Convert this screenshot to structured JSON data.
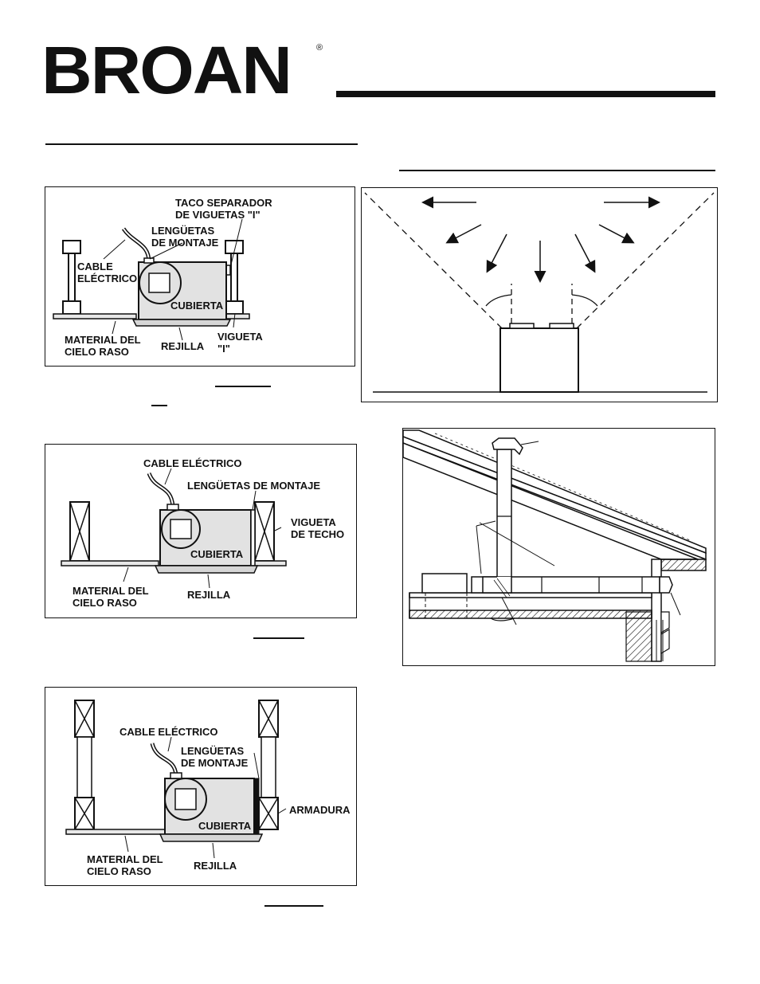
{
  "brand": {
    "name": "BROAN",
    "registered": "®"
  },
  "figure1": {
    "labels": {
      "spacer": "TACO SEPARADOR\nDE VIGUETAS \"I\"",
      "tabs": "LENGÜETAS\nDE MONTAJE",
      "cable": "CABLE\nELÉCTRICO",
      "housing": "CUBIERTA",
      "ceiling": "MATERIAL DEL\nCIELO RASO",
      "grille": "REJILLA",
      "joist": "VIGUETA\n\"I\""
    }
  },
  "figure2": {
    "labels": {
      "cable": "CABLE ELÉCTRICO",
      "tabs": "LENGÜETAS DE MONTAJE",
      "joist": "VIGUETA\nDE TECHO",
      "housing": "CUBIERTA",
      "ceiling": "MATERIAL DEL\nCIELO RASO",
      "grille": "REJILLA"
    }
  },
  "figure3": {
    "labels": {
      "cable": "CABLE ELÉCTRICO",
      "tabs": "LENGÜETAS\nDE MONTAJE",
      "truss": "ARMADURA",
      "housing": "CUBIERTA",
      "ceiling": "MATERIAL DEL\nCIELO RASO",
      "grille": "REJILLA"
    }
  }
}
